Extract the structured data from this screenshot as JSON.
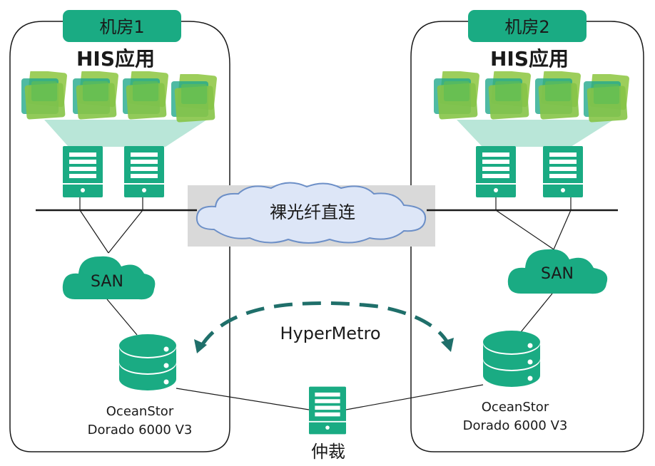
{
  "site1": {
    "title": "机房1",
    "app_title": "HIS应用",
    "san_label": "SAN",
    "storage_line1": "OceanStor",
    "storage_line2": "Dorado 6000 V3"
  },
  "site2": {
    "title": "机房2",
    "app_title": "HIS应用",
    "san_label": "SAN",
    "storage_line1": "OceanStor",
    "storage_line2": "Dorado 6000 V3"
  },
  "link_label": "裸光纤直连",
  "replication_label": "HyperMetro",
  "arbiter_label": "仲裁",
  "colors": {
    "accent": "#1aab83",
    "vm_green": "#7dc242",
    "vm_teal": "#1aa38a",
    "fan": "#b9e6d8",
    "cloud_fill": "#dde6f7",
    "cloud_stroke": "#6c8fc7",
    "link_bg": "#d9d9d9",
    "arrow": "#1f6f6a"
  }
}
